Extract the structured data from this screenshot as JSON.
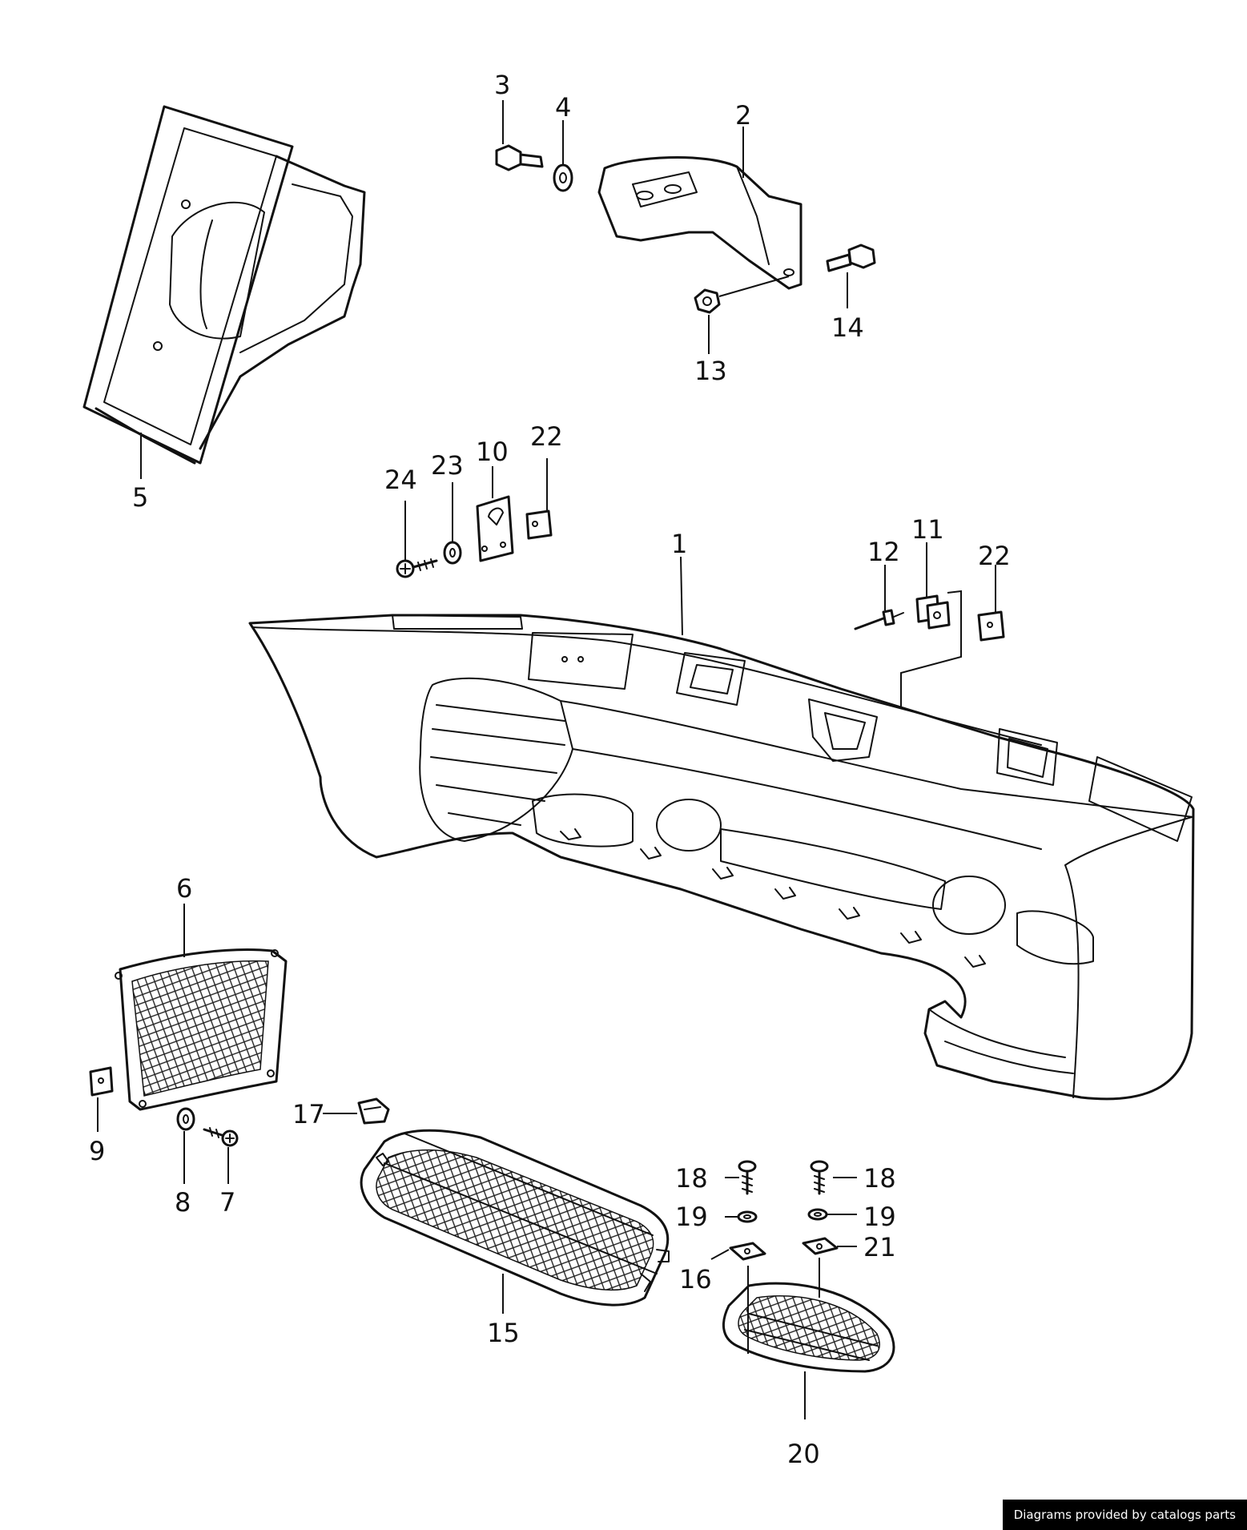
{
  "credit": "Diagrams provided by catalogs parts",
  "callouts": {
    "c1": "1",
    "c2": "2",
    "c3": "3",
    "c4": "4",
    "c5": "5",
    "c6": "6",
    "c7": "7",
    "c8": "8",
    "c9": "9",
    "c10": "10",
    "c11": "11",
    "c12": "12",
    "c13": "13",
    "c14": "14",
    "c15": "15",
    "c16": "16",
    "c17": "17",
    "c18a": "18",
    "c18b": "18",
    "c19a": "19",
    "c19b": "19",
    "c20": "20",
    "c21": "21",
    "c22a": "22",
    "c22b": "22",
    "c23": "23",
    "c24": "24"
  }
}
